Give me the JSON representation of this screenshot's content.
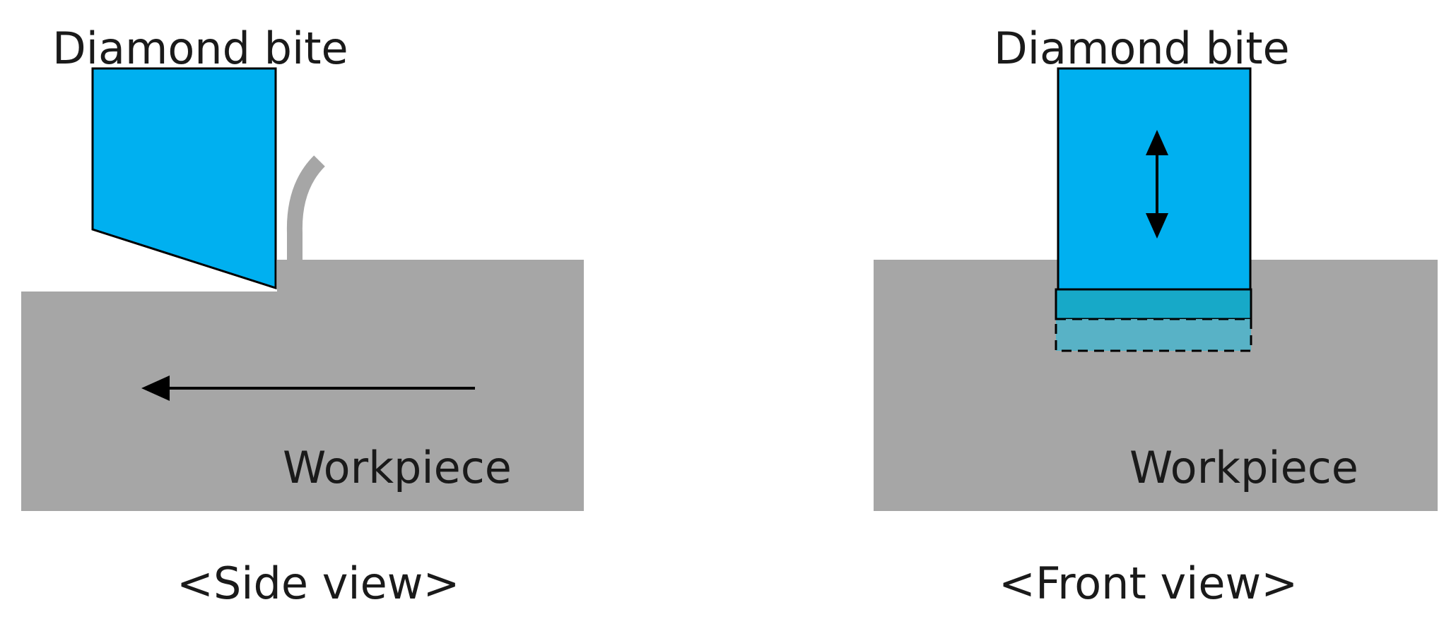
{
  "side_view": {
    "tool_label": "Diamond bite",
    "workpiece_label": "Workpiece",
    "caption": "<Side view>"
  },
  "front_view": {
    "tool_label": "Diamond bite",
    "workpiece_label": "Workpiece",
    "caption": "<Front view>"
  },
  "colors": {
    "workpiece": "#a6a6a6",
    "tool": "#00b0f0",
    "chip": "#a6a6a6",
    "cut_groove": "#17a9c8",
    "cut_next": "#58b2c6",
    "stroke": "#000000"
  }
}
